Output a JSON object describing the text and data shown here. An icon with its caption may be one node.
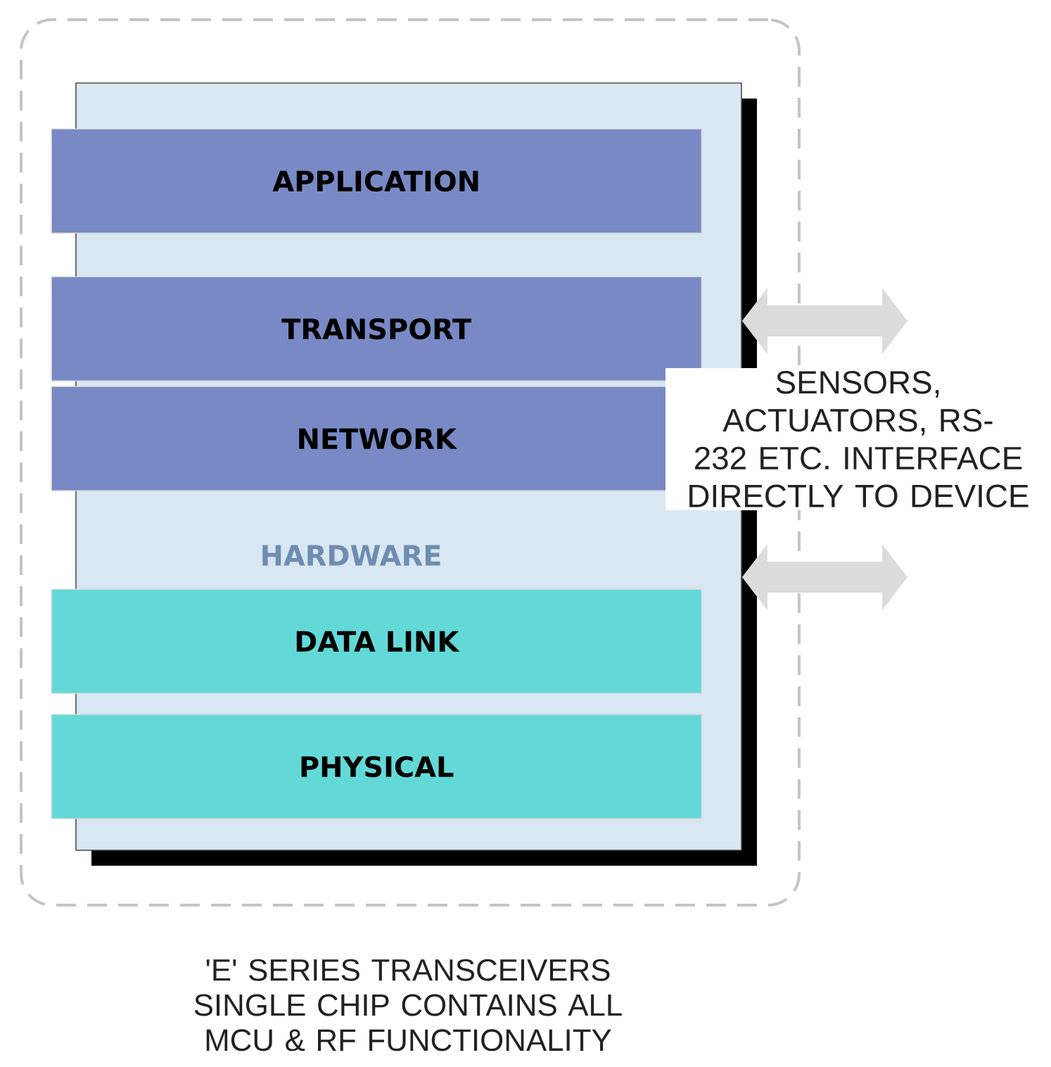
{
  "diagram": {
    "caption": "'E' SERIES TRANSCEIVERS SINGLE CHIP CONTAINS ALL MCU & RF FUNCTIONALITY",
    "nodes": [
      {
        "text": [],
        "shape": "box"
      },
      {
        "text": [
          "HARDWARE"
        ],
        "in": 0
      },
      {
        "text": [
          "APPLICATION"
        ],
        "in": 1
      },
      {
        "text": [
          "TRANSPORT"
        ],
        "in": 1
      },
      {
        "text": [
          "NETWORK"
        ],
        "in": 1
      },
      {
        "text": [
          "DATA LINK"
        ],
        "in": 1
      },
      {
        "text": [
          "PHYSICAL"
        ],
        "in": 1
      }
    ],
    "edges": [
      {
        "from": 1,
        "to": null,
        "arrow": "both"
      },
      {
        "from": 1,
        "to": null,
        "arrow": "both"
      }
    ],
    "labels": [
      "SENSORS, ACTUATORS, RS-232 ETC. INTERFACE DIRECTLY TO DEVICE"
    ]
  }
}
